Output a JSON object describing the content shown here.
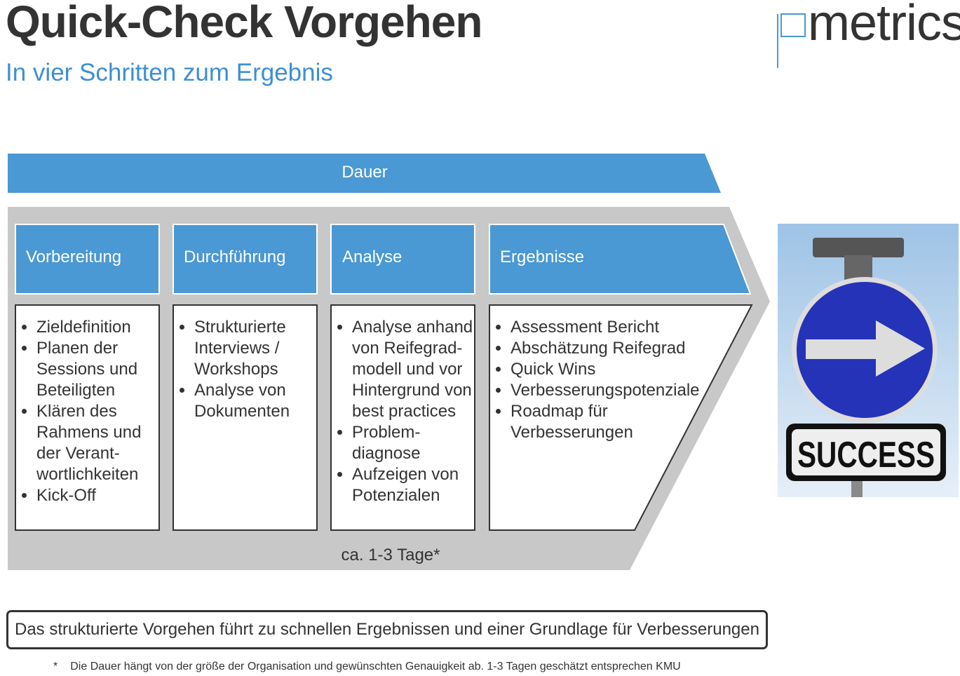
{
  "header": {
    "title": "Quick-Check Vorgehen",
    "subtitle": "In vier Schritten zum Ergebnis",
    "logo": "metrics"
  },
  "colors": {
    "accent": "#4a98d4",
    "gray": "#c8c8c8",
    "text": "#333333"
  },
  "duration_band": "Dauer",
  "phases": [
    {
      "title": "Vorbereitung",
      "items": [
        "Zieldefinition",
        "Planen der Sessions und Beteiligten",
        "Klären des Rahmens und der Verant-wortlichkeiten",
        "Kick-Off"
      ]
    },
    {
      "title": "Durchführung",
      "items": [
        "Strukturierte Interviews / Workshops",
        "Analyse von Dokumenten"
      ]
    },
    {
      "title": "Analyse",
      "items": [
        "Analyse anhand von Reifegrad-modell und vor Hintergrund von best practices",
        "Problem-diagnose",
        "Aufzeigen von Potenzialen"
      ]
    },
    {
      "title": "Ergebnisse",
      "items": [
        "Assessment Bericht",
        "Abschätzung Reifegrad",
        "Quick Wins",
        "Verbesserungspotenziale",
        "Roadmap für Verbesserungen"
      ]
    }
  ],
  "duration": "ca. 1-3 Tage*",
  "image": {
    "sign_text": "SUCCESS"
  },
  "summary": "Das strukturierte Vorgehen führt zu schnellen Ergebnissen und einer Grundlage für Verbesserungen",
  "footnote": {
    "marker": "*",
    "text": "Die Dauer hängt von der größe der Organisation und gewünschten Genauigkeit ab. 1-3 Tagen geschätzt entsprechen KMU"
  }
}
